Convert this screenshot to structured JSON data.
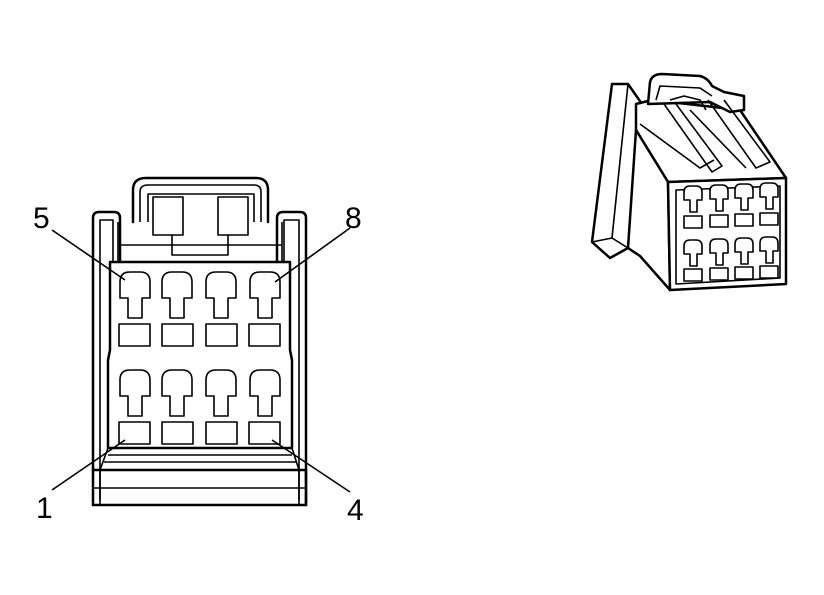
{
  "labels": {
    "pin_5": "5",
    "pin_8": "8",
    "pin_1": "1",
    "pin_4": "4"
  }
}
